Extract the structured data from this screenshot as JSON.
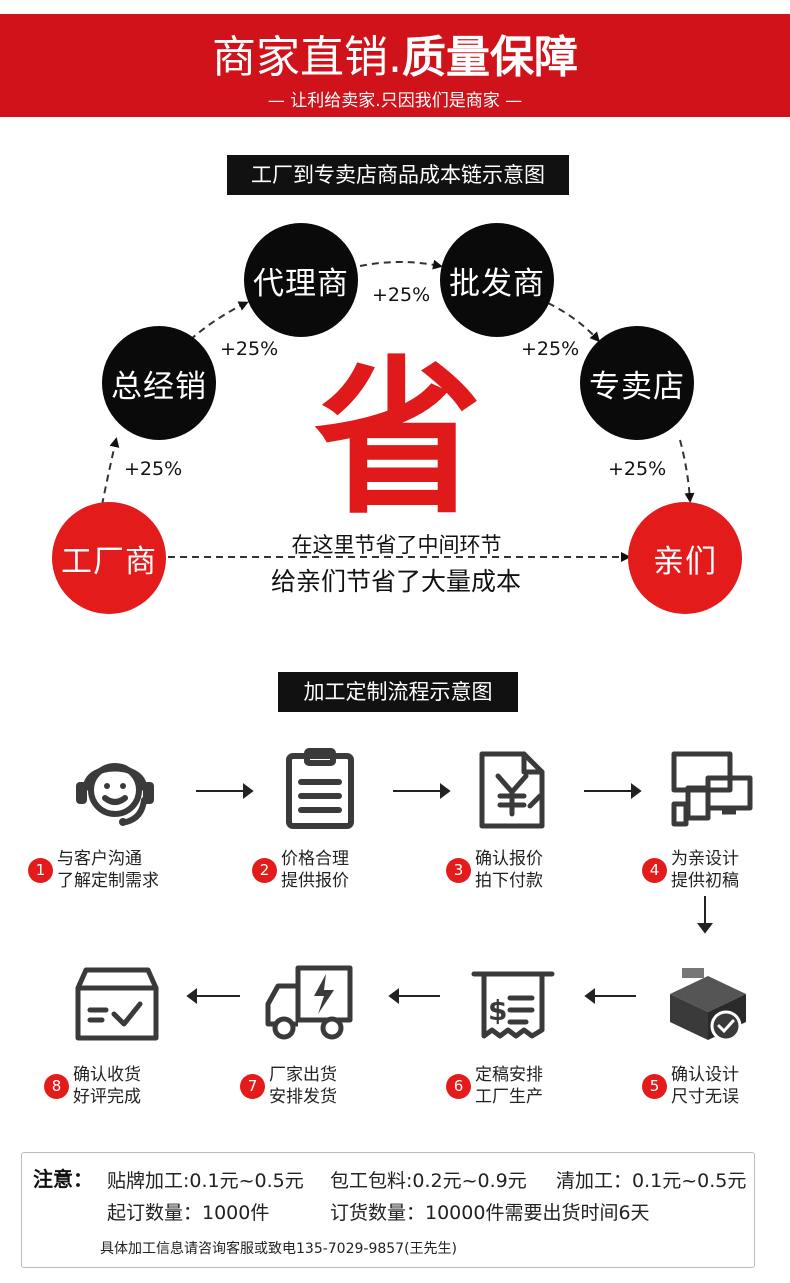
{
  "header": {
    "title_part1": "商家直销.",
    "title_part2": "质量保障",
    "subtitle": "— 让利给卖家.只因我们是商家 —"
  },
  "chain": {
    "heading": "工厂到专卖店商品成本链示意图",
    "nodes": {
      "factory": "工厂商",
      "general_distributor": "总经销",
      "agent": "代理商",
      "wholesaler": "批发商",
      "store": "专卖店",
      "customer": "亲们"
    },
    "markup": "+25%",
    "big_char": "省",
    "save_line1": "在这里节省了中间环节",
    "save_line2": "给亲们节省了大量成本"
  },
  "process": {
    "heading": "加工定制流程示意图",
    "steps": [
      {
        "num": "1",
        "line1": "与客户沟通",
        "line2": "了解定制需求"
      },
      {
        "num": "2",
        "line1": "价格合理",
        "line2": "提供报价"
      },
      {
        "num": "3",
        "line1": "确认报价",
        "line2": "拍下付款"
      },
      {
        "num": "4",
        "line1": "为亲设计",
        "line2": "提供初稿"
      },
      {
        "num": "5",
        "line1": "确认设计",
        "line2": "尺寸无误"
      },
      {
        "num": "6",
        "line1": "定稿安排",
        "line2": "工厂生产"
      },
      {
        "num": "7",
        "line1": "厂家出货",
        "line2": "安排发货"
      },
      {
        "num": "8",
        "line1": "确认收货",
        "line2": "好评完成"
      }
    ],
    "icons": {
      "step1": "headset-face-icon",
      "step2": "clipboard-icon",
      "step3": "yen-document-icon",
      "step4": "devices-icon",
      "step5": "box-check-icon",
      "step6": "receipt-icon",
      "step7": "delivery-truck-icon",
      "step8": "crate-check-icon"
    }
  },
  "notes": {
    "title": "注意：",
    "label_fee": "贴牌加工:0.1元~0.5元",
    "packaging_fee": "包工包料:0.2元~0.9元",
    "processing_fee": "清加工：0.1元~0.5元",
    "min_order": "起订数量：1000件",
    "lead_time": "订货数量：10000件需要出货时间6天",
    "contact": "具体加工信息请咨询客服或致电135-7029-9857(王先生)"
  },
  "colors": {
    "brand_red": "#d0121b",
    "circle_red": "#e31b1b",
    "dark": "#0a0a0a"
  }
}
